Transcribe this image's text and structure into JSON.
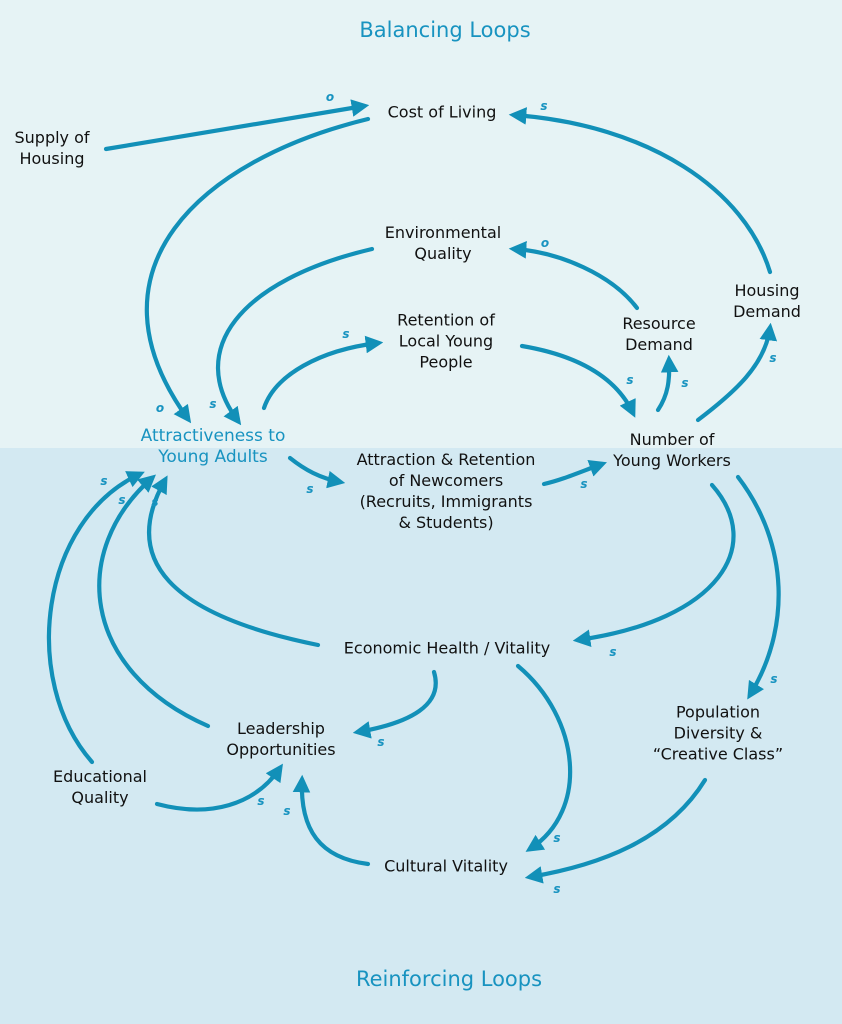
{
  "colors": {
    "top_background": "#e6f3f5",
    "bottom_background": "#d3e9f2",
    "arrow": "#1290b8",
    "accent_text": "#1893c0",
    "node_text": "#111111"
  },
  "titles": {
    "balancing": "Balancing Loops",
    "reinforcing": "Reinforcing Loops"
  },
  "nodes": {
    "cost_of_living": [
      "Cost of Living"
    ],
    "supply_of_housing": [
      "Supply of",
      "Housing"
    ],
    "environmental_quality": [
      "Environmental",
      "Quality"
    ],
    "housing_demand": [
      "Housing",
      "Demand"
    ],
    "retention_local": [
      "Retention of",
      "Local Young",
      "People"
    ],
    "resource_demand": [
      "Resource",
      "Demand"
    ],
    "attractiveness": [
      "Attractiveness to",
      "Young Adults"
    ],
    "attraction_newcomers": [
      "Attraction & Retention",
      "of Newcomers",
      "(Recruits, Immigrants",
      "& Students)"
    ],
    "number_young_workers": [
      "Number of",
      "Young Workers"
    ],
    "economic_health": [
      "Economic Health / Vitality"
    ],
    "leadership": [
      "Leadership",
      "Opportunities"
    ],
    "population_diversity": [
      "Population",
      "Diversity &",
      "“Creative Class”"
    ],
    "educational_quality": [
      "Educational",
      "Quality"
    ],
    "cultural_vitality": [
      "Cultural Vitality"
    ]
  },
  "links": [
    {
      "from": "Supply of Housing",
      "to": "Cost of Living",
      "polarity": "o"
    },
    {
      "from": "Housing Demand",
      "to": "Cost of Living",
      "polarity": "s"
    },
    {
      "from": "Cost of Living",
      "to": "Attractiveness to Young Adults",
      "polarity": "o"
    },
    {
      "from": "Resource Demand",
      "to": "Environmental Quality",
      "polarity": "o"
    },
    {
      "from": "Environmental Quality",
      "to": "Attractiveness to Young Adults",
      "polarity": "s"
    },
    {
      "from": "Attractiveness to Young Adults",
      "to": "Retention of Local Young People",
      "polarity": "s"
    },
    {
      "from": "Retention of Local Young People",
      "to": "Number of Young Workers",
      "polarity": "s"
    },
    {
      "from": "Number of Young Workers",
      "to": "Resource Demand",
      "polarity": "s"
    },
    {
      "from": "Number of Young Workers",
      "to": "Housing Demand",
      "polarity": "s"
    },
    {
      "from": "Attractiveness to Young Adults",
      "to": "Attraction & Retention of Newcomers",
      "polarity": "s"
    },
    {
      "from": "Attraction & Retention of Newcomers",
      "to": "Number of Young Workers",
      "polarity": "s"
    },
    {
      "from": "Number of Young Workers",
      "to": "Economic Health / Vitality",
      "polarity": "s"
    },
    {
      "from": "Number of Young Workers",
      "to": "Population Diversity & Creative Class",
      "polarity": "s"
    },
    {
      "from": "Economic Health / Vitality",
      "to": "Attractiveness to Young Adults",
      "polarity": "s"
    },
    {
      "from": "Economic Health / Vitality",
      "to": "Leadership Opportunities",
      "polarity": "s"
    },
    {
      "from": "Economic Health / Vitality",
      "to": "Cultural Vitality",
      "polarity": "s"
    },
    {
      "from": "Population Diversity & Creative Class",
      "to": "Cultural Vitality",
      "polarity": "s"
    },
    {
      "from": "Leadership Opportunities",
      "to": "Attractiveness to Young Adults",
      "polarity": "s"
    },
    {
      "from": "Educational Quality",
      "to": "Attractiveness to Young Adults",
      "polarity": "s"
    },
    {
      "from": "Educational Quality",
      "to": "Leadership Opportunities",
      "polarity": "s"
    },
    {
      "from": "Cultural Vitality",
      "to": "Leadership Opportunities",
      "polarity": "s"
    }
  ]
}
